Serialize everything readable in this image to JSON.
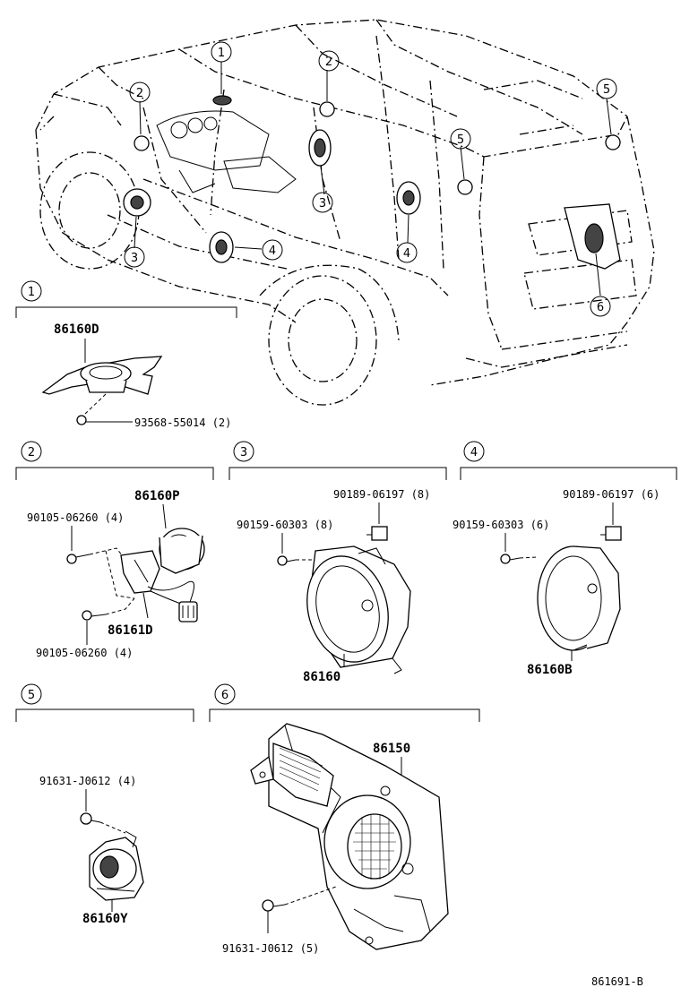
{
  "callouts": {
    "s1": "1",
    "s2": "2",
    "s3": "3",
    "s4": "4",
    "s5": "5",
    "s6": "6"
  },
  "section1": {
    "part_main": "86160D",
    "screw": "93568-55014 (2)"
  },
  "section2": {
    "part_main": "86160P",
    "part_bracket": "86161D",
    "screw_top": "90105-06260 (4)",
    "screw_bottom": "90105-06260 (4)"
  },
  "section3": {
    "part_main": "86160",
    "clip": "90189-06197 (8)",
    "screw": "90159-60303 (8)"
  },
  "section4": {
    "part_main": "86160B",
    "clip": "90189-06197 (6)",
    "screw": "90159-60303 (6)"
  },
  "section5": {
    "part_main": "86160Y",
    "screw": "91631-J0612 (4)"
  },
  "section6": {
    "part_main": "86150",
    "screw": "91631-J0612 (5)"
  },
  "figure_id": "861691-B"
}
